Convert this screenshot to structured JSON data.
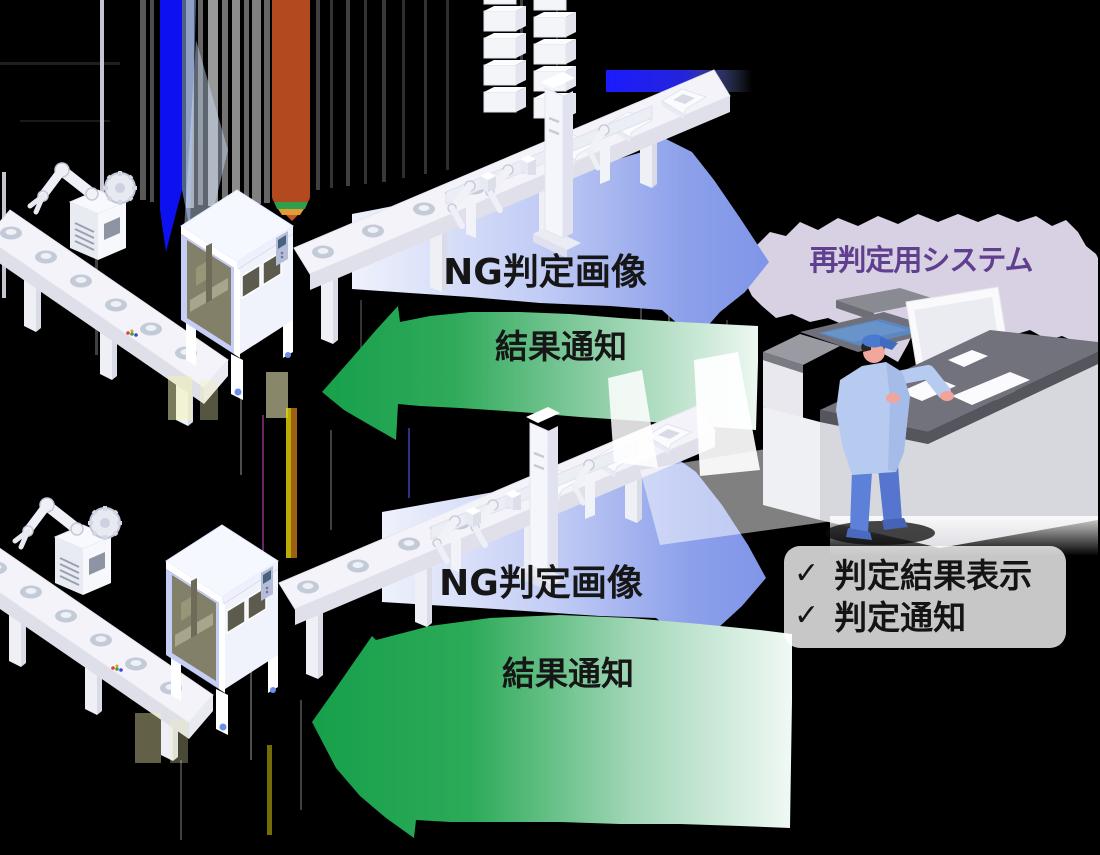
{
  "flows": [
    {
      "ng_image_label": "NG判定画像",
      "result_label": "結果通知"
    },
    {
      "ng_image_label": "NG判定画像",
      "result_label": "結果通知"
    }
  ],
  "rejudge_system": {
    "label": "再判定用システム",
    "text_color": "#5f3f8e",
    "bubble_color": "#d8d1e4"
  },
  "features": {
    "check_glyph": "✓",
    "items": [
      "判定結果表示",
      "判定通知"
    ]
  },
  "palette": {
    "background": "#000000",
    "ng_arrow_blue": "#8b9fea",
    "result_arrow_green": "#21a452",
    "label_text": "#161616",
    "beam_blue": "#0d10ef",
    "beam_red": "#b34a1f",
    "machine_frame": "#c7cef6",
    "worker_blue": "#5d80d8"
  }
}
